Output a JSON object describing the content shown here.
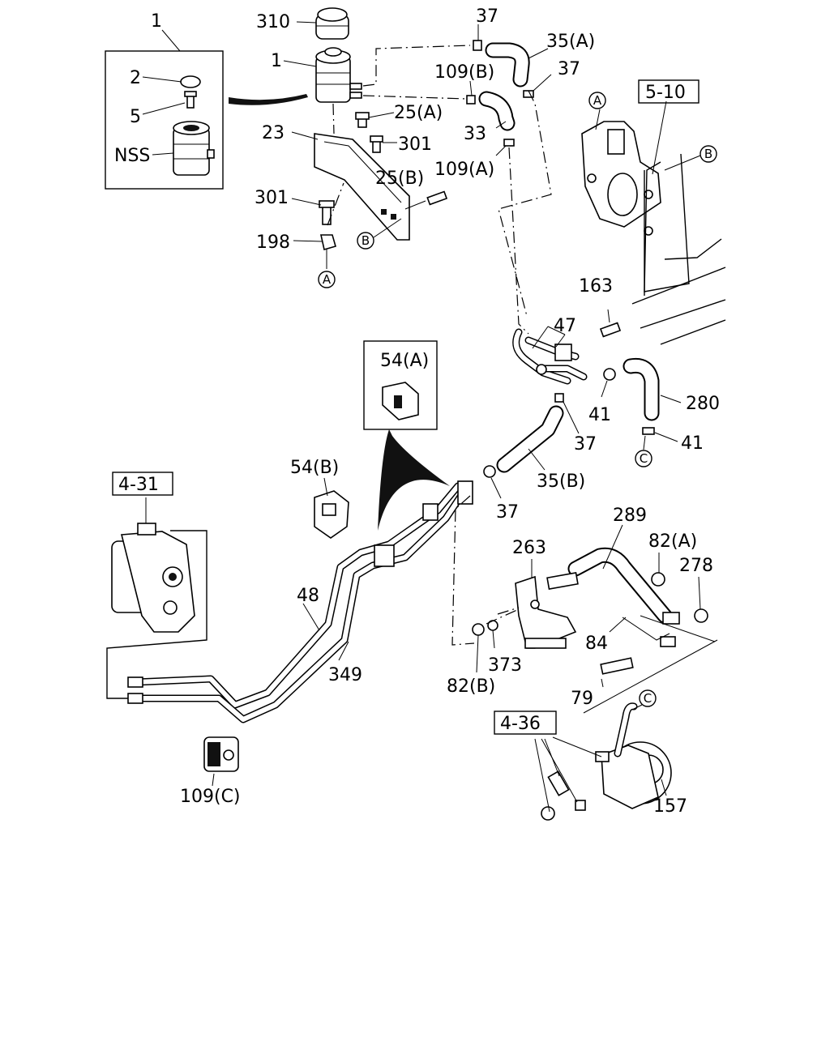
{
  "diagram": {
    "part_labels": {
      "p1_top": "1",
      "p1": "1",
      "p2": "2",
      "p5": "5",
      "nss": "NSS",
      "p310": "310",
      "p23": "23",
      "p25a": "25(A)",
      "p301a": "301",
      "p25b": "25(B)",
      "p301b": "301",
      "p198": "198",
      "p37a": "37",
      "p35a": "35(A)",
      "p109b": "109(B)",
      "p37b": "37",
      "p33": "33",
      "p109a": "109(A)",
      "p163": "163",
      "p47": "47",
      "p41a": "41",
      "p280": "280",
      "p41b": "41",
      "p37c": "37",
      "p35b": "35(B)",
      "p37d": "37",
      "p54a": "54(A)",
      "p54b": "54(B)",
      "p48": "48",
      "p349": "349",
      "p109c": "109(C)",
      "p289": "289",
      "p82a": "82(A)",
      "p278": "278",
      "p263": "263",
      "p84": "84",
      "p373": "373",
      "p82b": "82(B)",
      "p79": "79",
      "p157": "157"
    },
    "reference_labels": {
      "ref_5_10": "5-10",
      "ref_4_31": "4-31",
      "ref_4_36": "4-36"
    },
    "connection_markers": {
      "a1": "A",
      "a2": "A",
      "b1": "B",
      "b2": "B",
      "c1": "C",
      "c2": "C"
    }
  }
}
